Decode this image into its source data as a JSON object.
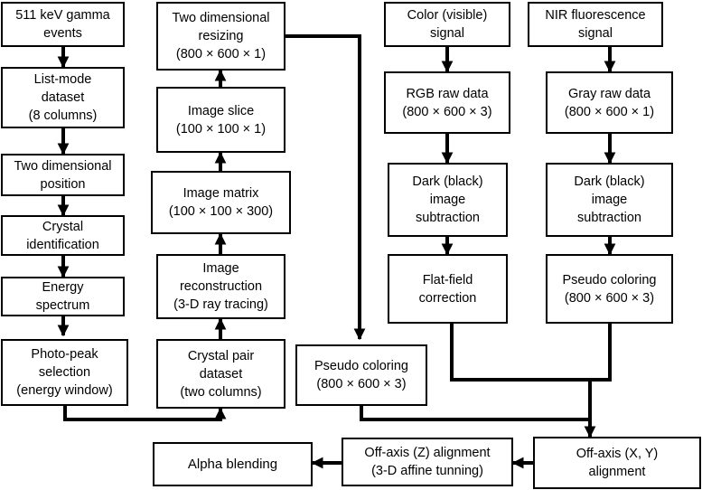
{
  "diagram": {
    "nodes": {
      "gamma_events": "511 keV gamma\nevents",
      "list_mode": "List-mode\ndataset\n(8 columns)",
      "two_dim_position": "Two dimensional\nposition",
      "crystal_id": "Crystal\nidentification",
      "energy_spectrum": "Energy\nspectrum",
      "photo_peak": "Photo-peak\nselection\n(energy window)",
      "crystal_pair": "Crystal pair\ndataset\n(two columns)",
      "image_recon": "Image\nreconstruction\n(3-D ray tracing)",
      "image_matrix": "Image matrix\n(100 × 100 × 300)",
      "image_slice": "Image slice\n(100 × 100 × 1)",
      "resizing": "Two dimensional\nresizing\n(800 × 600 × 1)",
      "pseudo_pet": "Pseudo coloring\n(800 × 600 × 3)",
      "color_signal": "Color (visible)\nsignal",
      "rgb_raw": "RGB raw data\n(800 × 600 × 3)",
      "dark_sub_color": "Dark (black)\nimage\nsubtraction",
      "flat_field": "Flat-field\ncorrection",
      "nir_signal": "NIR fluorescence\nsignal",
      "gray_raw": "Gray raw data\n(800 × 600 × 1)",
      "dark_sub_nir": "Dark (black)\nimage\nsubtraction",
      "pseudo_nir": "Pseudo coloring\n(800 × 600 × 3)",
      "offaxis_xy": "Off-axis (X, Y)\nalignment",
      "offaxis_z": "Off-axis (Z) alignment\n(3-D affine tunning)",
      "alpha_blending": "Alpha blending"
    }
  }
}
